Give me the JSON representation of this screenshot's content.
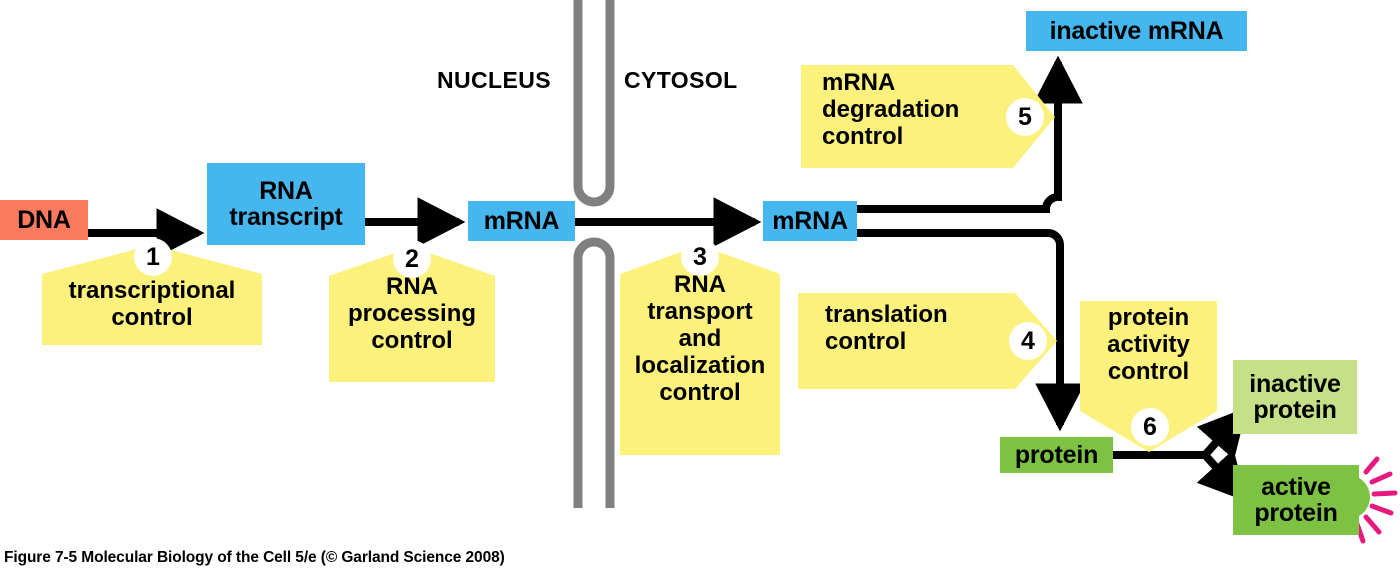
{
  "figure": {
    "caption": "Figure 7-5  Molecular Biology of the Cell 5/e (© Garland Science 2008)"
  },
  "compartments": {
    "nucleus": "NUCLEUS",
    "cytosol": "CYTOSOL"
  },
  "molecules": {
    "dna": "DNA",
    "rna_transcript": "RNA\ntranscript",
    "mrna_nuclear": "mRNA",
    "mrna_cytosolic": "mRNA",
    "inactive_mrna": "inactive mRNA",
    "protein": "protein",
    "inactive_protein": "inactive\nprotein",
    "active_protein": "active\nprotein"
  },
  "control_steps": [
    {
      "number": "1",
      "label": "transcriptional\ncontrol"
    },
    {
      "number": "2",
      "label": "RNA\nprocessing\ncontrol"
    },
    {
      "number": "3",
      "label": "RNA\ntransport\nand\nlocalization\ncontrol"
    },
    {
      "number": "4",
      "label": "translation\ncontrol"
    },
    {
      "number": "5",
      "label": "mRNA\ndegradation\ncontrol"
    },
    {
      "number": "6",
      "label": "protein\nactivity\ncontrol"
    }
  ],
  "colors": {
    "dna_box": "#F97A5E",
    "rna_box": "#45B6EE",
    "control_shape": "#FBF17C",
    "protein_box": "#7DC242",
    "inactive_protein_box": "#C5E086",
    "membrane": "#808080",
    "arrow": "#000000",
    "activity_burst": "#E6197E",
    "background": "#FFFFFF"
  },
  "icons": {
    "nuclear_pore": "nuclear-pore-icon",
    "activity_burst": "activity-burst-icon"
  }
}
